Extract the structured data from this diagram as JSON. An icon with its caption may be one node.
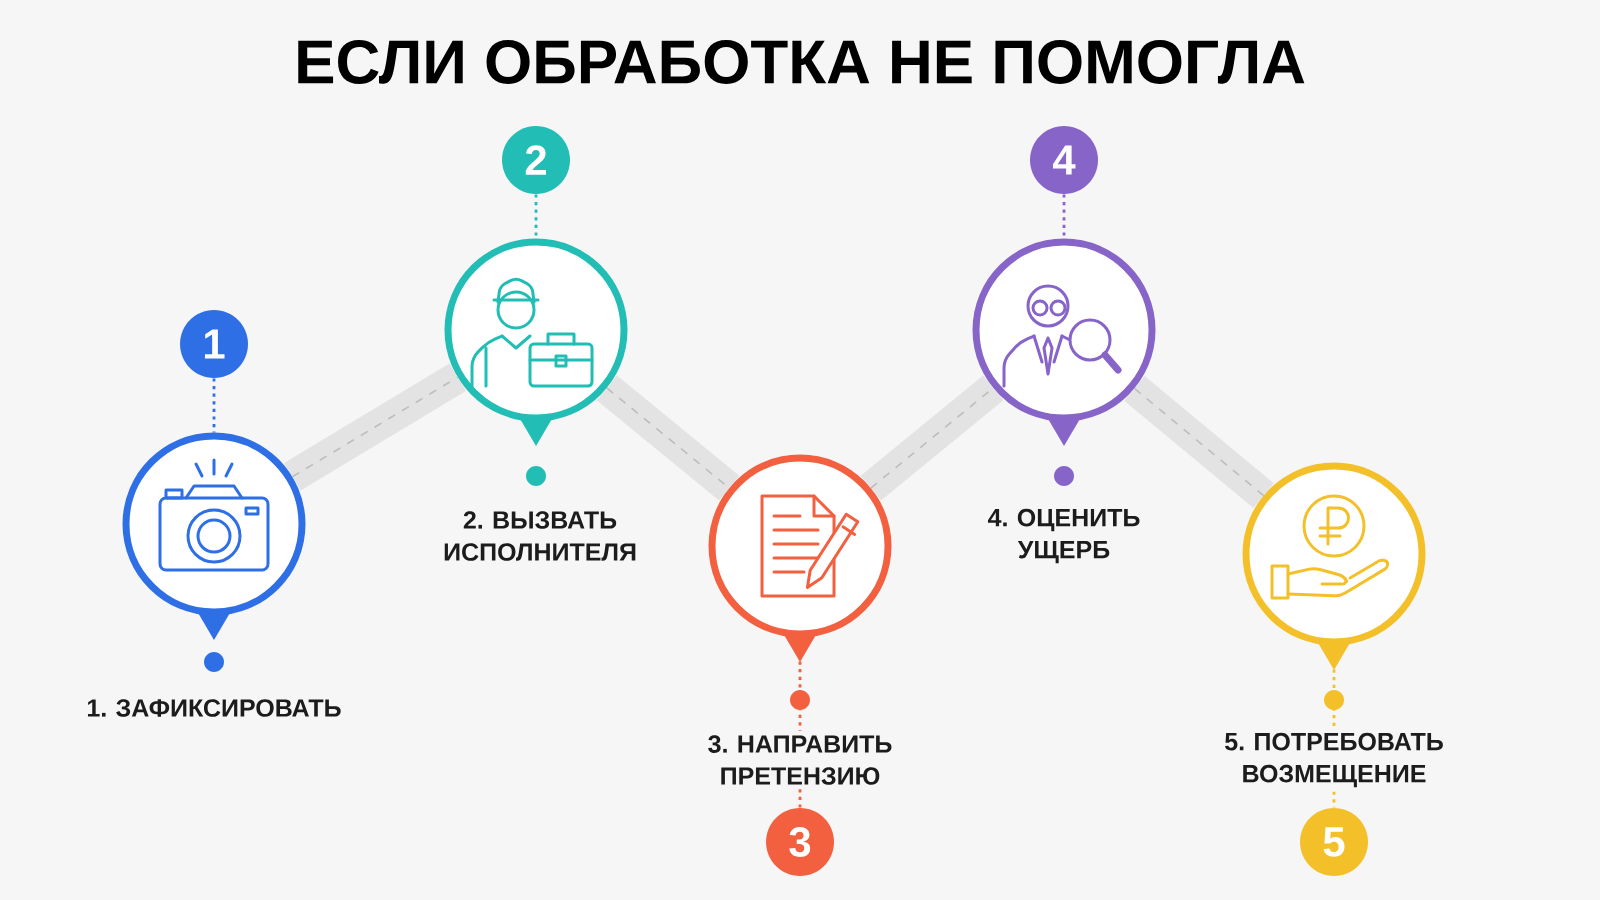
{
  "diagram": {
    "title": "ЕСЛИ ОБРАБОТКА НЕ ПОМОГЛА",
    "nodes": [
      {
        "text": [
          "1"
        ]
      },
      {
        "text": [],
        "shape": "circle"
      },
      {
        "text": [
          "1. ЗАФИКСИРОВАТЬ"
        ]
      },
      {
        "text": [
          "2"
        ]
      },
      {
        "text": [],
        "shape": "circle"
      },
      {
        "text": [
          "2. ВЫЗВАТЬ ИСПОЛНИТЕЛЯ"
        ]
      },
      {
        "text": [],
        "shape": "circle"
      },
      {
        "text": [
          "3. НАПРАВИТЬ ПРЕТЕНЗИЮ"
        ]
      },
      {
        "text": [
          "3"
        ]
      },
      {
        "text": [
          "4"
        ]
      },
      {
        "text": [],
        "shape": "circle"
      },
      {
        "text": [
          "4. ОЦЕНИТЬ УЩЕРБ"
        ]
      },
      {
        "text": [],
        "shape": "circle"
      },
      {
        "text": [
          "5. ПОТРЕБОВАТЬ ВОЗМЕЩЕНИЕ"
        ]
      },
      {
        "text": [
          "5"
        ]
      }
    ],
    "edges": [
      {
        "from": 0,
        "to": 1,
        "arrow": "none",
        "style": "dashed",
        "color": "#2f6fe6"
      },
      {
        "from": 1,
        "to": 4,
        "arrow": "none",
        "style": "thick"
      },
      {
        "from": 3,
        "to": 4,
        "arrow": "none",
        "style": "dashed",
        "color": "#22bdb5"
      },
      {
        "from": 4,
        "to": 6,
        "arrow": "none",
        "style": "thick"
      },
      {
        "from": 6,
        "to": 7,
        "arrow": "none",
        "style": "dashed",
        "color": "#f2603f"
      },
      {
        "from": 7,
        "to": 8,
        "arrow": "none",
        "style": "dashed",
        "color": "#f2603f"
      },
      {
        "from": 6,
        "to": 10,
        "arrow": "none",
        "style": "thick"
      },
      {
        "from": 9,
        "to": 10,
        "arrow": "none",
        "style": "dashed",
        "color": "#8764c8"
      },
      {
        "from": 10,
        "to": 12,
        "arrow": "none",
        "style": "thick"
      },
      {
        "from": 12,
        "to": 13,
        "arrow": "none",
        "style": "dashed",
        "color": "#f4c02a"
      },
      {
        "from": 13,
        "to": 14,
        "arrow": "none",
        "style": "dashed",
        "color": "#f4c02a"
      }
    ]
  }
}
